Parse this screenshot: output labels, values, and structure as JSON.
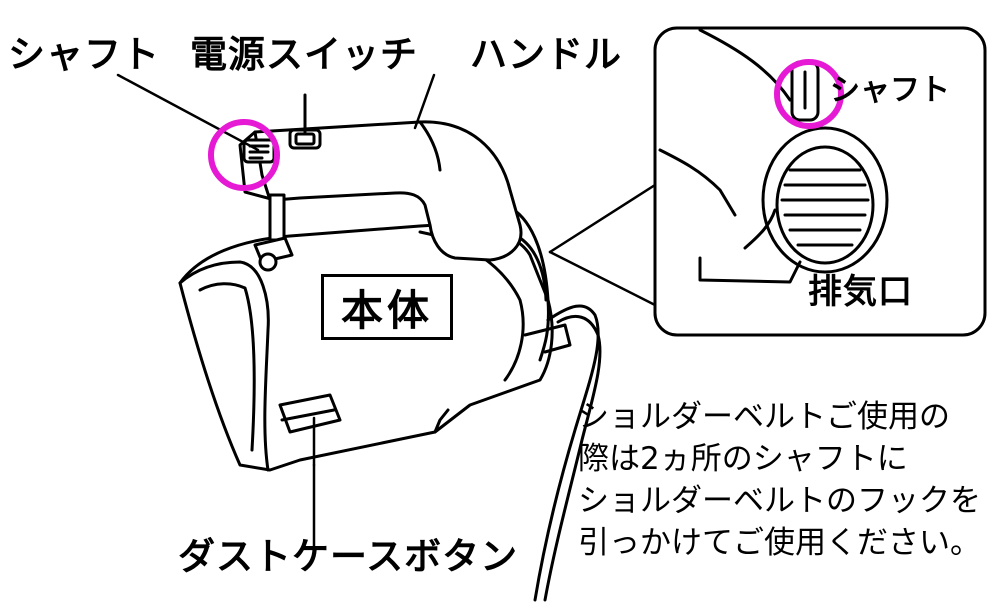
{
  "labels": {
    "shaft_top": "シャフト",
    "power_switch": "電源スイッチ",
    "handle": "ハンドル",
    "main_body": "本体",
    "shaft_inset": "シャフト",
    "exhaust": "排気口",
    "dust_case_button": "ダストケースボタン"
  },
  "note": {
    "lines": [
      "ショルダーベルトご使用の",
      "際は2ヵ所のシャフトに",
      "ショルダーベルトのフックを",
      "引っかけてご使用ください。"
    ]
  },
  "colors": {
    "highlight": "#e619d4",
    "line": "#000000",
    "background": "#ffffff"
  }
}
